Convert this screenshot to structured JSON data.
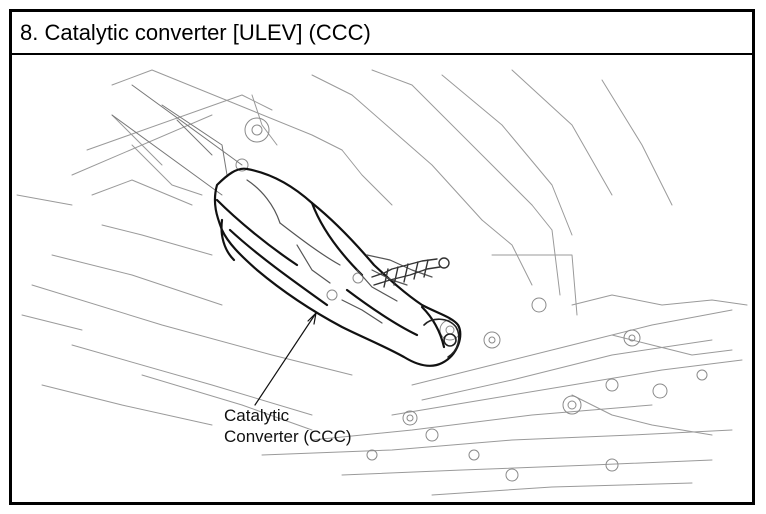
{
  "section": {
    "title": "8. Catalytic converter [ULEV] (CCC)"
  },
  "figure": {
    "callout_line1": "Catalytic",
    "callout_line2": "Converter (CCC)"
  }
}
